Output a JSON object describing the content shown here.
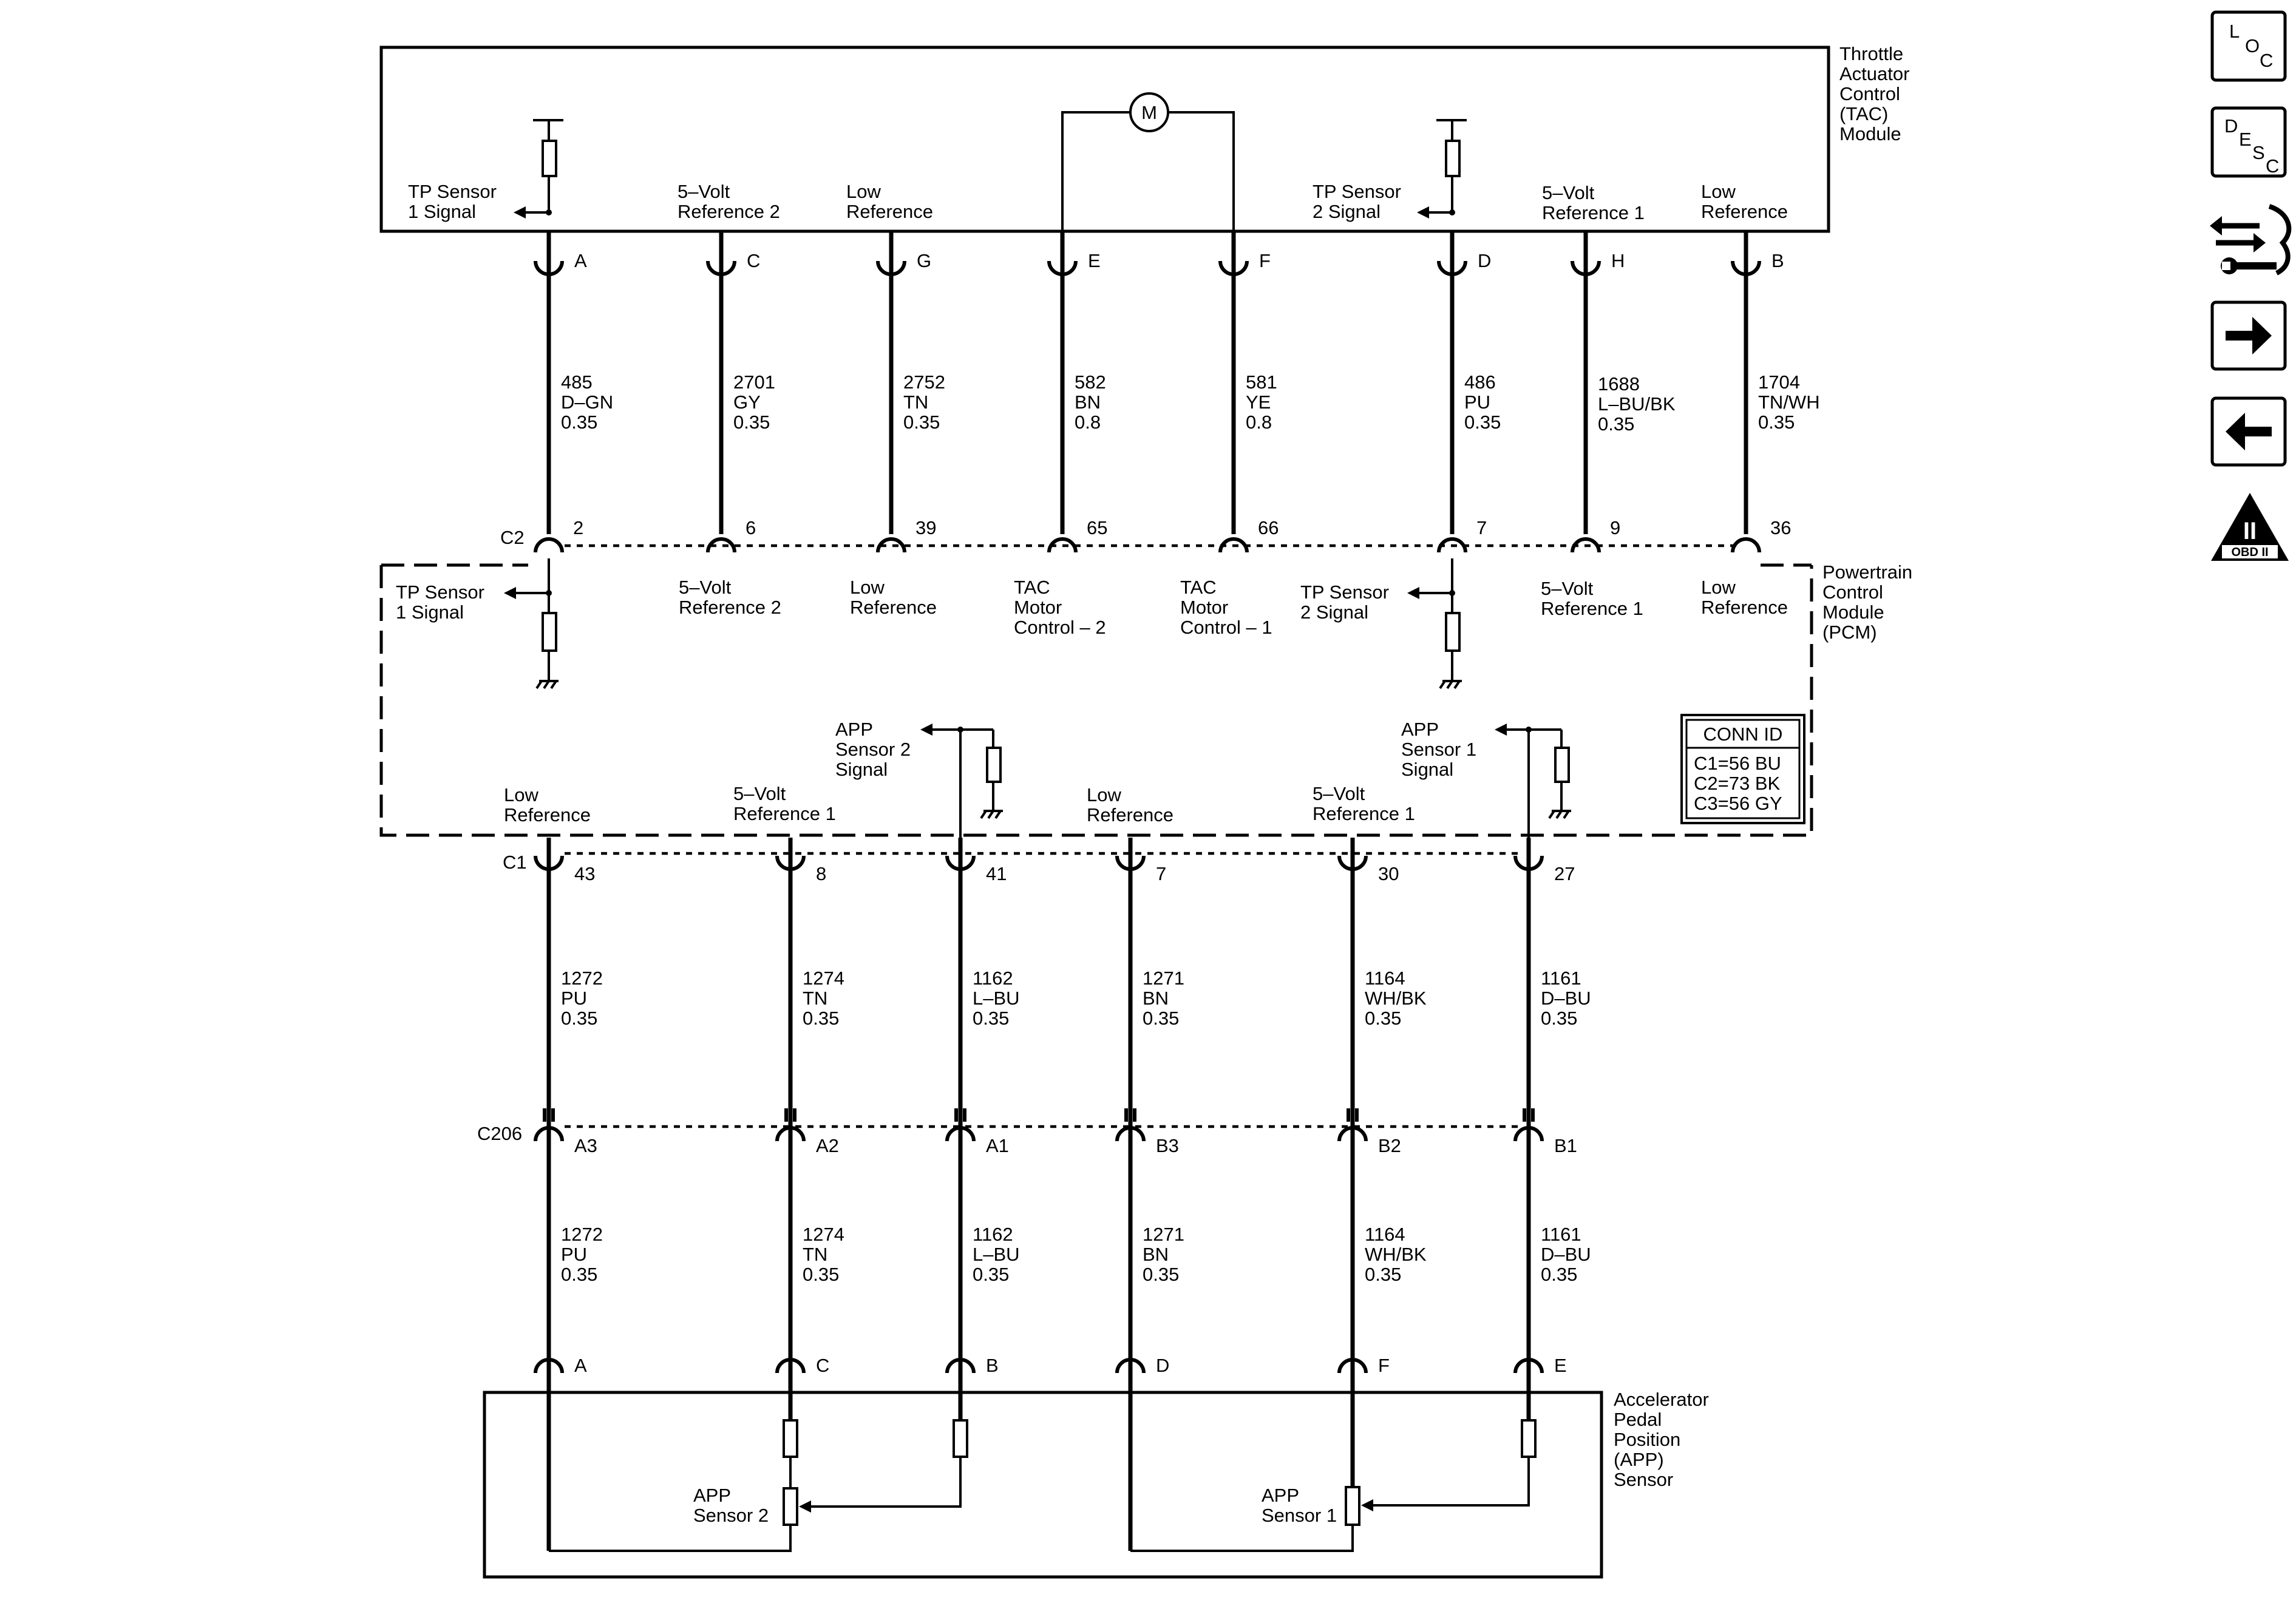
{
  "tac_module": {
    "title": [
      "Throttle",
      "Actuator",
      "Control",
      "(TAC)",
      "Module"
    ],
    "motor_symbol": "M",
    "labels": [
      [
        "TP Sensor",
        "1 Signal"
      ],
      [
        "5–Volt",
        "Reference 2"
      ],
      [
        "Low",
        "Reference"
      ],
      [
        "TP Sensor",
        "2 Signal"
      ],
      [
        "5–Volt",
        "Reference 1"
      ],
      [
        "Low",
        "Reference"
      ]
    ]
  },
  "tac_pins": [
    "A",
    "C",
    "G",
    "E",
    "F",
    "D",
    "H",
    "B"
  ],
  "tac_wires": [
    [
      "485",
      "D–GN",
      "0.35"
    ],
    [
      "2701",
      "GY",
      "0.35"
    ],
    [
      "2752",
      "TN",
      "0.35"
    ],
    [
      "582",
      "BN",
      "0.8"
    ],
    [
      "581",
      "YE",
      "0.8"
    ],
    [
      "486",
      "PU",
      "0.35"
    ],
    [
      "1688",
      "L–BU/BK",
      "0.35"
    ],
    [
      "1704",
      "TN/WH",
      "0.35"
    ]
  ],
  "c2": {
    "name": "C2",
    "pins": [
      "2",
      "6",
      "39",
      "65",
      "66",
      "7",
      "9",
      "36"
    ]
  },
  "pcm": {
    "title": [
      "Powertrain",
      "Control",
      "Module",
      "(PCM)"
    ],
    "top_labels": [
      [
        "TP Sensor",
        "1 Signal"
      ],
      [
        "5–Volt",
        "Reference 2"
      ],
      [
        "Low",
        "Reference"
      ],
      [
        "TAC",
        "Motor",
        "Control – 2"
      ],
      [
        "TAC",
        "Motor",
        "Control – 1"
      ],
      [
        "TP Sensor",
        "2 Signal"
      ],
      [
        "5–Volt",
        "Reference 1"
      ],
      [
        "Low",
        "Reference"
      ]
    ],
    "bottom_labels": [
      [
        "Low",
        "Reference"
      ],
      [
        "5–Volt",
        "Reference 1"
      ],
      [
        "APP",
        "Sensor 2",
        "Signal"
      ],
      [
        "Low",
        "Reference"
      ],
      [
        "5–Volt",
        "Reference 1"
      ],
      [
        "APP",
        "Sensor 1",
        "Signal"
      ]
    ],
    "conn_id": {
      "title": "CONN ID",
      "rows": [
        "C1=56 BU",
        "C2=73 BK",
        "C3=56 GY"
      ]
    }
  },
  "c1": {
    "name": "C1",
    "pins": [
      "43",
      "8",
      "41",
      "7",
      "30",
      "27"
    ]
  },
  "c1_wires": [
    [
      "1272",
      "PU",
      "0.35"
    ],
    [
      "1274",
      "TN",
      "0.35"
    ],
    [
      "1162",
      "L–BU",
      "0.35"
    ],
    [
      "1271",
      "BN",
      "0.35"
    ],
    [
      "1164",
      "WH/BK",
      "0.35"
    ],
    [
      "1161",
      "D–BU",
      "0.35"
    ]
  ],
  "c206": {
    "name": "C206",
    "pins": [
      "A3",
      "A2",
      "A1",
      "B3",
      "B2",
      "B1"
    ]
  },
  "c206_wires": [
    [
      "1272",
      "PU",
      "0.35"
    ],
    [
      "1274",
      "TN",
      "0.35"
    ],
    [
      "1162",
      "L–BU",
      "0.35"
    ],
    [
      "1271",
      "BN",
      "0.35"
    ],
    [
      "1164",
      "WH/BK",
      "0.35"
    ],
    [
      "1161",
      "D–BU",
      "0.35"
    ]
  ],
  "app_sensor": {
    "title": [
      "Accelerator",
      "Pedal",
      "Position",
      "(APP)",
      "Sensor"
    ],
    "pins": [
      "A",
      "C",
      "B",
      "D",
      "F",
      "E"
    ],
    "sensor_labels": [
      [
        "APP",
        "Sensor 2"
      ],
      [
        "APP",
        "Sensor 1"
      ]
    ]
  },
  "nav": {
    "loc": [
      "L",
      "O",
      "C"
    ],
    "desc": [
      "D",
      "E",
      "S",
      "C"
    ],
    "obd": {
      "mark": "II",
      "text": "OBD II"
    },
    "icons": [
      "connector-tools-icon",
      "forward-arrow-icon",
      "back-arrow-icon"
    ]
  }
}
